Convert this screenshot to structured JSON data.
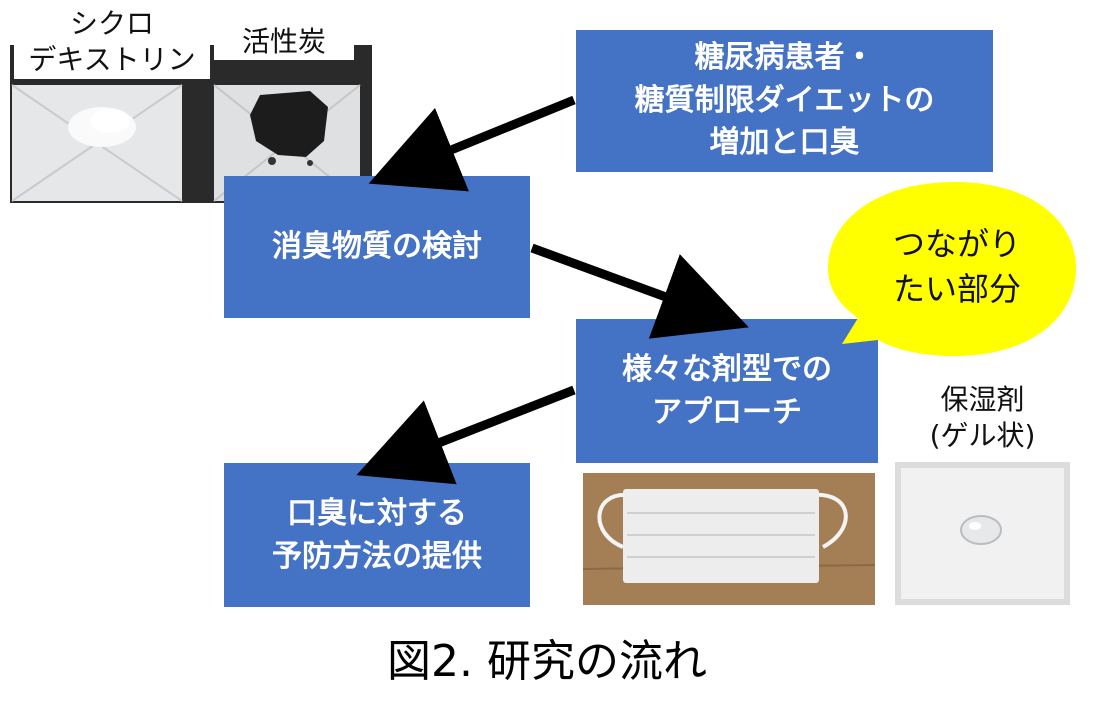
{
  "boxes": {
    "top_right": {
      "line1": "糖尿病患者・",
      "line2": "糖質制限ダイエットの",
      "line3": "増加と口臭"
    },
    "examine": {
      "line1": "消臭物質の検討"
    },
    "approach": {
      "line1": "様々な剤型での",
      "line2": "アプローチ"
    },
    "prevention": {
      "line1": "口臭に対する",
      "line2": "予防方法の提供"
    }
  },
  "bubble": {
    "line1": "つながり",
    "line2": "たい部分"
  },
  "photos": {
    "cyclodextrin": {
      "line1": "シクロ",
      "line2": "デキストリン"
    },
    "charcoal": {
      "line1": "活性炭"
    },
    "moisturizer": {
      "line1": "保湿剤",
      "line2": "(ゲル状)"
    }
  },
  "caption": "図2. 研究の流れ",
  "colors": {
    "box_fill": "#4472c4",
    "box_text": "#ffffff",
    "bubble_fill": "#ffff00",
    "arrow": "#000000"
  }
}
